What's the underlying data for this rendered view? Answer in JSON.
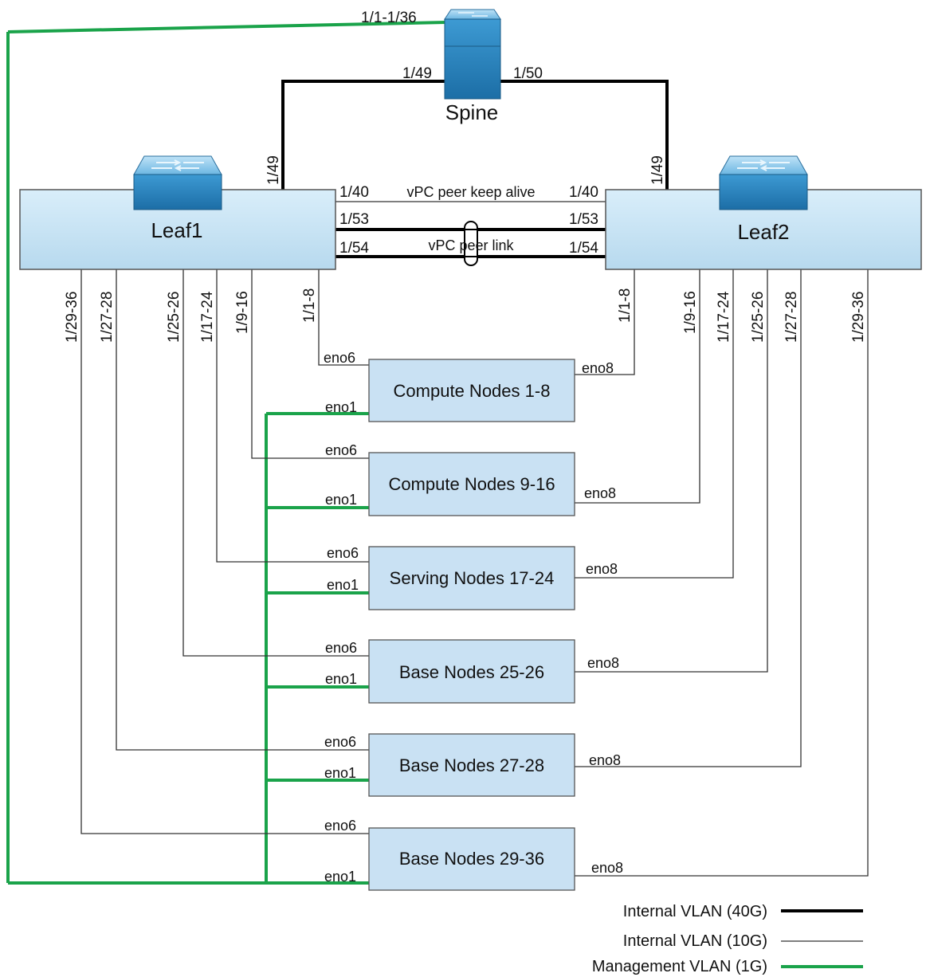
{
  "spine": {
    "label": "Spine",
    "uplink_label": "1/1-1/36",
    "left_port": "1/49",
    "right_port": "1/50"
  },
  "leaf1": {
    "label": "Leaf1",
    "spine_port": "1/49"
  },
  "leaf2": {
    "label": "Leaf2",
    "spine_port": "1/49"
  },
  "peer_links": {
    "keepalive_label": "vPC peer keep alive",
    "peer_link_label": "vPC peer link",
    "ports": [
      "1/40",
      "1/53",
      "1/54"
    ]
  },
  "leaf1_ports": [
    "1/29-36",
    "1/27-28",
    "1/25-26",
    "1/17-24",
    "1/9-16",
    "1/1-8"
  ],
  "leaf2_ports": [
    "1/1-8",
    "1/9-16",
    "1/17-24",
    "1/25-26",
    "1/27-28",
    "1/29-36"
  ],
  "nodes": [
    {
      "label": "Compute Nodes 1-8"
    },
    {
      "label": "Compute Nodes 9-16"
    },
    {
      "label": "Serving Nodes 17-24"
    },
    {
      "label": "Base Nodes 25-26"
    },
    {
      "label": "Base Nodes 27-28"
    },
    {
      "label": "Base Nodes 29-36"
    }
  ],
  "interfaces": {
    "eno6": "eno6",
    "eno1": "eno1",
    "eno8": "eno8"
  },
  "legend": [
    {
      "label": "Internal VLAN (40G)",
      "color": "#000000"
    },
    {
      "label": "Internal VLAN (10G)",
      "color": "#333333"
    },
    {
      "label": "Management VLAN (1G)",
      "color": "#1aa34a"
    }
  ],
  "colors": {
    "switch_body": "#c9e4f4",
    "node_box": "#c9e1f3",
    "mgmt": "#1aa34a",
    "icon_blue": "#3a8ec4"
  }
}
